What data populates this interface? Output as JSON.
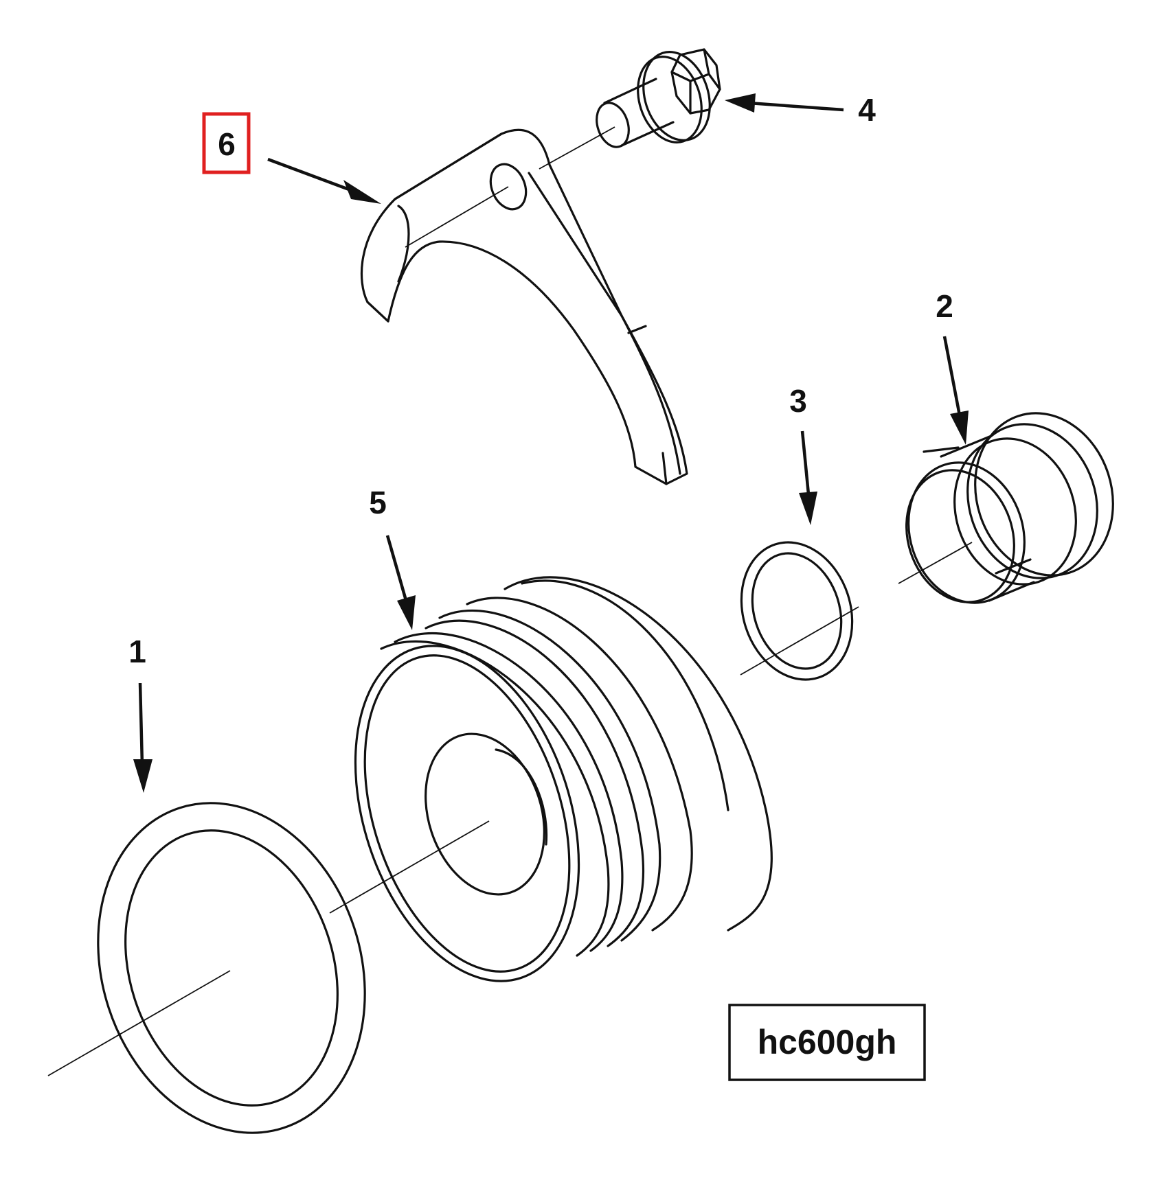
{
  "callouts": [
    {
      "label": "1",
      "highlighted": false
    },
    {
      "label": "2",
      "highlighted": false
    },
    {
      "label": "3",
      "highlighted": false
    },
    {
      "label": "4",
      "highlighted": false
    },
    {
      "label": "5",
      "highlighted": false
    },
    {
      "label": "6",
      "highlighted": true
    }
  ],
  "figure_id": "hc600gh",
  "colors": {
    "line": "#111111",
    "highlight": "#e02020",
    "background": "#ffffff"
  }
}
